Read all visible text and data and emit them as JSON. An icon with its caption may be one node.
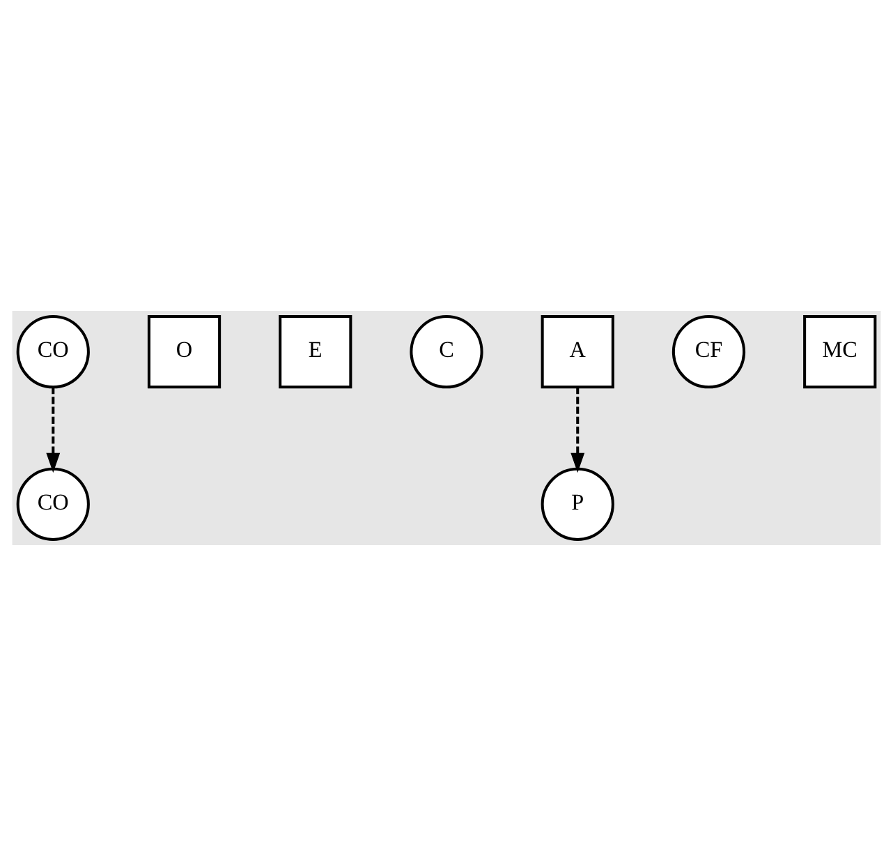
{
  "diagram": {
    "nodes": [
      {
        "text": [
          "CO"
        ]
      },
      {
        "text": [
          "O"
        ]
      },
      {
        "text": [
          "E"
        ]
      },
      {
        "text": [
          "C"
        ]
      },
      {
        "text": [
          "P"
        ]
      },
      {
        "text": [
          "CO"
        ]
      },
      {
        "text": [
          "A"
        ]
      },
      {
        "text": [
          "CF"
        ]
      },
      {
        "text": [
          "MC"
        ]
      }
    ],
    "edges": [
      {
        "from": 0,
        "to": 5,
        "arrow": "to",
        "style": "dashed"
      },
      {
        "from": 6,
        "to": 4,
        "arrow": "to",
        "style": "dashed"
      }
    ]
  }
}
